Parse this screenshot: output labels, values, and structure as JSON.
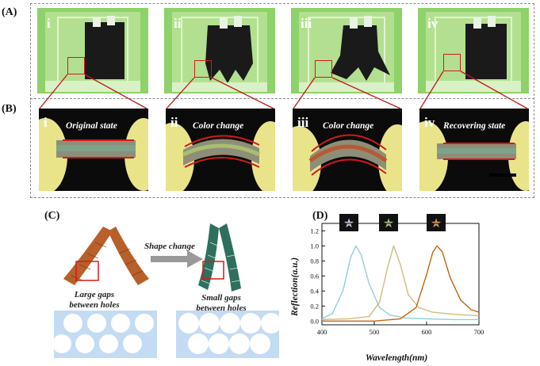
{
  "panels": {
    "A": "(A)",
    "B": "(B)",
    "C": "(C)",
    "D": "(D)"
  },
  "row_a": [
    {
      "roman": "i"
    },
    {
      "roman": "ii"
    },
    {
      "roman": "iii"
    },
    {
      "roman": "iv"
    }
  ],
  "row_b": [
    {
      "roman": "i",
      "caption": "Original state"
    },
    {
      "roman": "ii",
      "caption": "Color change"
    },
    {
      "roman": "iii",
      "caption": "Color change"
    },
    {
      "roman": "iv",
      "caption": "Recovering state"
    }
  ],
  "panel_c": {
    "arrow_label": "Shape change",
    "left_caption": [
      "Large gaps",
      "between holes"
    ],
    "right_caption": [
      "Small gaps",
      "between holes"
    ]
  },
  "colors": {
    "tank_green": "#8fd16a",
    "hand_yellow": "#e9e48a",
    "brown": "#b8602a",
    "teal": "#2f6f5d",
    "pale_blue": "#c3dbf3",
    "curve_cyan": "#8fd0d8",
    "curve_green": "#cdbd7d",
    "curve_orange": "#c3660f"
  },
  "chart_data": {
    "type": "line",
    "xlabel": "Wavelength(nm)",
    "ylabel": "Reflection(a.u.)",
    "xlim": [
      400,
      700
    ],
    "ylim": [
      -0.05,
      1.3
    ],
    "xticks": [
      400,
      500,
      600,
      700
    ],
    "yticks": [
      0.0,
      0.2,
      0.4,
      0.6,
      0.8,
      1.0,
      1.2
    ],
    "ytick_labels": [
      "0.0",
      "0.2",
      "0.4",
      "0.6",
      "0.8",
      "1.0",
      "1.2"
    ],
    "series": [
      {
        "color": "#8fd0d8",
        "peak": 465,
        "width": 20,
        "x": [
          400,
          420,
          440,
          455,
          465,
          475,
          490,
          510,
          530,
          560,
          600,
          650,
          700
        ],
        "y": [
          0.03,
          0.1,
          0.4,
          0.85,
          1.0,
          0.88,
          0.5,
          0.18,
          0.08,
          0.04,
          0.03,
          0.02,
          0.02
        ]
      },
      {
        "color": "#cdbd7d",
        "peak": 537,
        "width": 20,
        "x": [
          400,
          450,
          490,
          510,
          525,
          537,
          550,
          565,
          585,
          610,
          650,
          700
        ],
        "y": [
          0.02,
          0.03,
          0.06,
          0.25,
          0.7,
          1.0,
          0.75,
          0.35,
          0.18,
          0.12,
          0.09,
          0.07
        ]
      },
      {
        "color": "#c3660f",
        "peak": 620,
        "width": 24,
        "x": [
          400,
          450,
          500,
          550,
          580,
          600,
          612,
          620,
          630,
          645,
          665,
          685,
          700
        ],
        "y": [
          0.0,
          0.0,
          0.0,
          0.03,
          0.18,
          0.62,
          0.92,
          1.0,
          0.92,
          0.58,
          0.28,
          0.15,
          0.12
        ]
      }
    ]
  }
}
